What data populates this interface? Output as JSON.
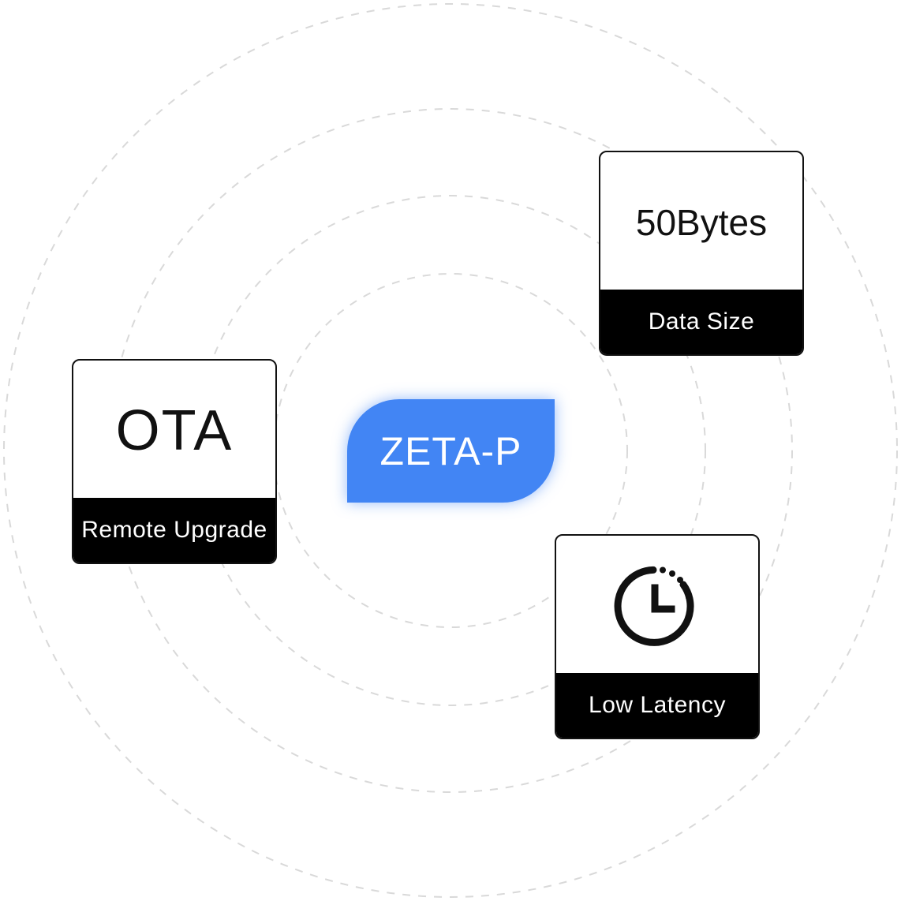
{
  "center": {
    "label": "ZETA-P"
  },
  "cards": {
    "data_size": {
      "value": "50Bytes",
      "caption": "Data Size"
    },
    "ota": {
      "value": "OTA",
      "caption": "Remote Upgrade"
    },
    "latency": {
      "icon": "clock-icon",
      "caption": "Low Latency"
    }
  },
  "colors": {
    "accent": "#4285f4",
    "card_caption_bg": "#000000",
    "ring_stroke": "#d9d9d9"
  }
}
